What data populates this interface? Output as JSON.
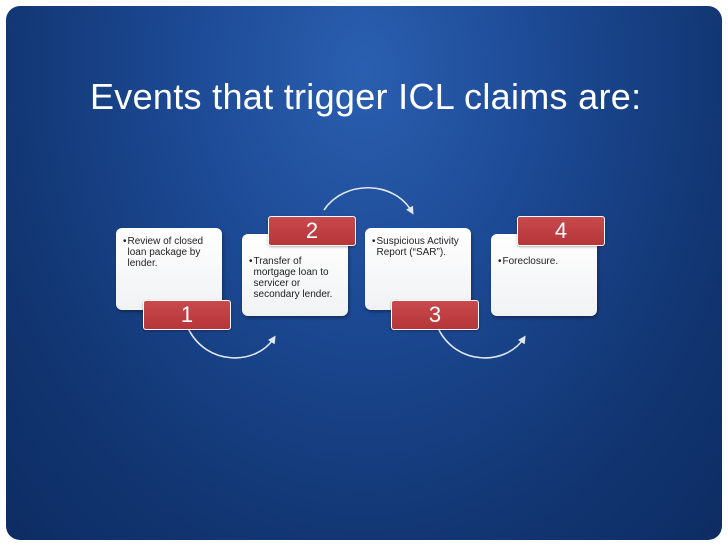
{
  "slide": {
    "title": "Events that trigger ICL claims are:"
  },
  "steps": [
    {
      "number": "1",
      "bullet": "•",
      "text": "Review of closed loan package by lender."
    },
    {
      "number": "2",
      "bullet": "•",
      "text": "Transfer of mortgage loan to servicer or secondary lender."
    },
    {
      "number": "3",
      "bullet": "•",
      "text": "Suspicious Activity Report (“SAR”)."
    },
    {
      "number": "4",
      "bullet": "•",
      "text": "Foreclosure."
    }
  ],
  "colors": {
    "background": "#1d4a95",
    "badge": "#b93a3d",
    "card": "#ffffff",
    "title": "#ffffff"
  }
}
